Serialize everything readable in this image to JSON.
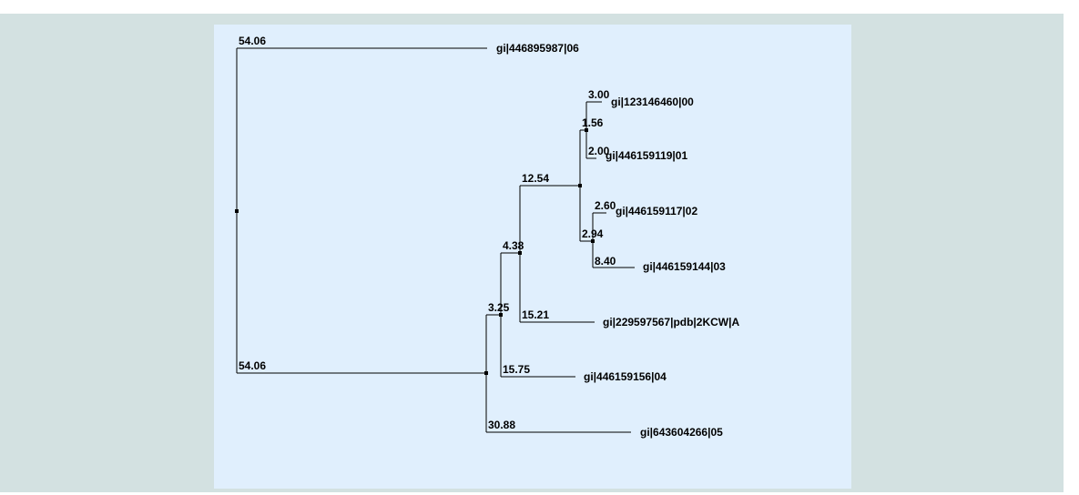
{
  "tree": {
    "leaves": [
      {
        "id": "l06",
        "name": "gi|446895987|06"
      },
      {
        "id": "l00",
        "name": "gi|123146460|00"
      },
      {
        "id": "l01",
        "name": "gi|446159119|01"
      },
      {
        "id": "l02",
        "name": "gi|446159117|02"
      },
      {
        "id": "l03",
        "name": "gi|446159144|03"
      },
      {
        "id": "l2kcw",
        "name": "gi|229597567|pdb|2KCW|A"
      },
      {
        "id": "l04",
        "name": "gi|446159156|04"
      },
      {
        "id": "l05",
        "name": "gi|643604266|05"
      }
    ],
    "branch_lengths": {
      "b06": "54.06",
      "bA": "54.06",
      "bB": "30.88",
      "bC": "3.25",
      "b04": "15.75",
      "bD": "4.38",
      "b2kcw": "15.21",
      "bE": "12.54",
      "bF": "1.56",
      "b00": "3.00",
      "b01": "2.00",
      "bG": "2.94",
      "b02": "2.60",
      "b03": "8.40"
    }
  }
}
